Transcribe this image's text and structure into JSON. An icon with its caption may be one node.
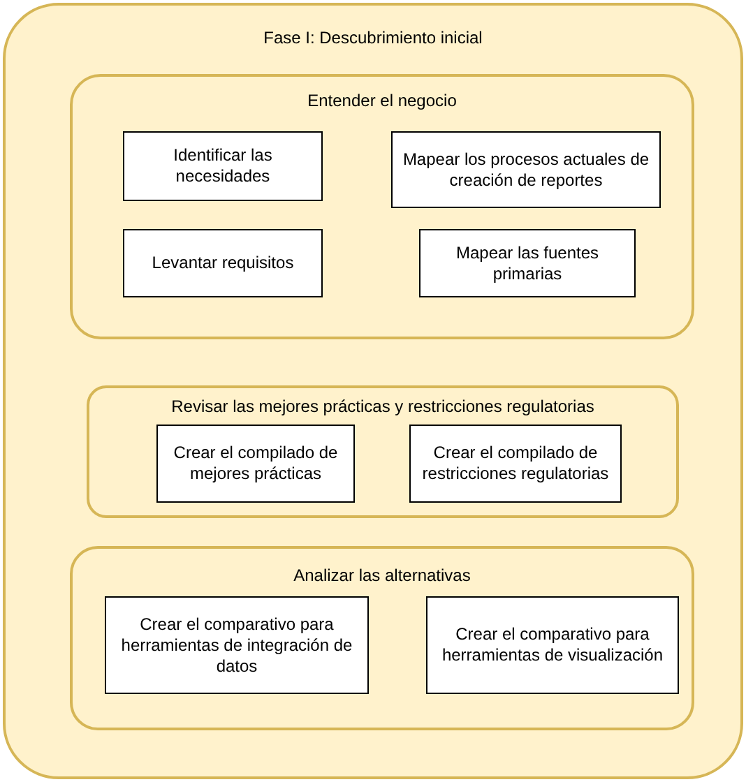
{
  "diagram": {
    "nodes": [
      {
        "text": [
          "Fase I: Descubrimiento inicial"
        ]
      },
      {
        "text": [
          "Entender el negocio"
        ],
        "in": 0
      },
      {
        "text": [
          "Identificar las necesidades"
        ],
        "in": 1
      },
      {
        "text": [
          "Mapear los procesos actuales de creación de reportes"
        ],
        "in": 1
      },
      {
        "text": [
          "Levantar requisitos"
        ],
        "in": 1
      },
      {
        "text": [
          "Mapear las fuentes primarias"
        ],
        "in": 1
      },
      {
        "text": [
          "Revisar las mejores prácticas y restricciones regulatorias"
        ],
        "in": 0
      },
      {
        "text": [
          "Crear el compilado de mejores prácticas"
        ],
        "in": 6
      },
      {
        "text": [
          "Crear el compilado de restricciones regulatorias"
        ],
        "in": 6
      },
      {
        "text": [
          "Analizar las alternativas"
        ],
        "in": 0
      },
      {
        "text": [
          "Crear el comparativo para herramientas de integración de datos"
        ],
        "in": 9
      },
      {
        "text": [
          "Crear el comparativo para herramientas de visualización"
        ],
        "in": 9
      }
    ]
  }
}
